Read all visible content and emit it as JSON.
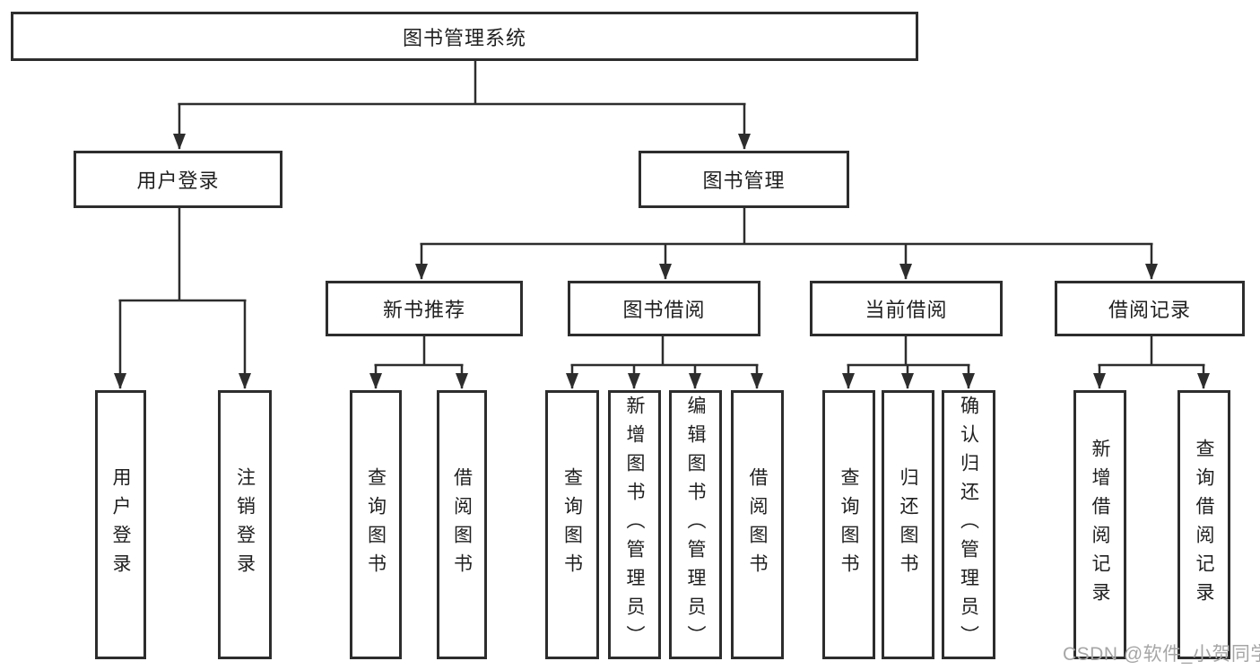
{
  "diagram": {
    "tree": {
      "root": {
        "label": "图书管理系统"
      },
      "branches": {
        "user_login": {
          "label": "用户登录",
          "leaves": [
            {
              "label": "用户登录"
            },
            {
              "label": "注销登录"
            }
          ]
        },
        "book_management": {
          "label": "图书管理",
          "sections": {
            "new_book_recommend": {
              "label": "新书推荐",
              "leaves": [
                {
                  "label": "查询图书"
                },
                {
                  "label": "借阅图书"
                }
              ]
            },
            "book_borrowing": {
              "label": "图书借阅",
              "leaves": [
                {
                  "label": "查询图书"
                },
                {
                  "label": "新增图书（管理员）"
                },
                {
                  "label": "编辑图书（管理员）"
                },
                {
                  "label": "借阅图书"
                }
              ]
            },
            "current_borrowing": {
              "label": "当前借阅",
              "leaves": [
                {
                  "label": "查询图书"
                },
                {
                  "label": "归还图书"
                },
                {
                  "label": "确认归还（管理员）"
                }
              ]
            },
            "borrowing_records": {
              "label": "借阅记录",
              "leaves": [
                {
                  "label": "新增借阅记录"
                },
                {
                  "label": "查询借阅记录"
                }
              ]
            }
          }
        }
      }
    },
    "colors": {
      "line": "#2d2d2d",
      "text": "#1f1f1f",
      "background": "#ffffff",
      "watermark": "#a6a6a6"
    }
  },
  "watermark": {
    "text": "CSDN @软件_小贺同学"
  }
}
